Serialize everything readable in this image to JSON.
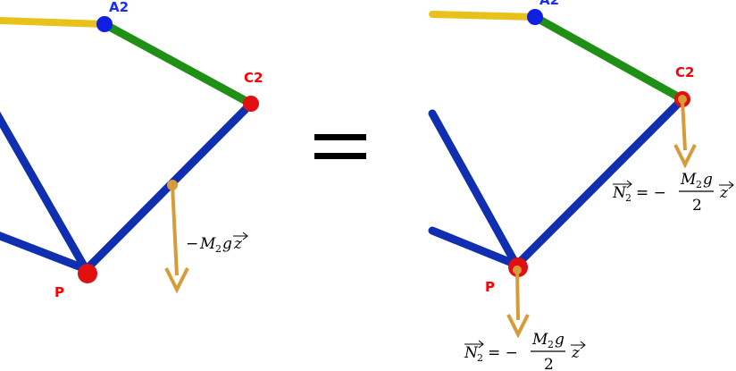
{
  "left_panel": {
    "points": {
      "a2": "A2",
      "c2": "C2",
      "p": "P"
    },
    "weight_label": {
      "prefix": "−",
      "mass_symbol": "M",
      "mass_sub": "2",
      "gravity": "g",
      "axis": "z"
    }
  },
  "equality_sign": "=",
  "right_panel": {
    "points": {
      "a2": "A2",
      "c2": "C2",
      "p": "P"
    },
    "reaction_label": {
      "force_symbol": "N",
      "force_sub": "2",
      "equals": "= −",
      "numerator": "g",
      "mass_symbol": "M",
      "mass_sub": "2",
      "denominator": "2",
      "axis": "z"
    }
  },
  "colors": {
    "yellow_bar": "#e8c21a",
    "green_bar": "#1f8f16",
    "blue_bar": "#0f2fb0",
    "red_joint": "#e01010",
    "blue_joint": "#1020e0",
    "force_arrow": "#d89b3a",
    "label_red": "#ff0000",
    "label_blue": "#1a2bff"
  },
  "icons": {
    "arrow": "down-arrow-icon",
    "equals": "equals-sign"
  }
}
